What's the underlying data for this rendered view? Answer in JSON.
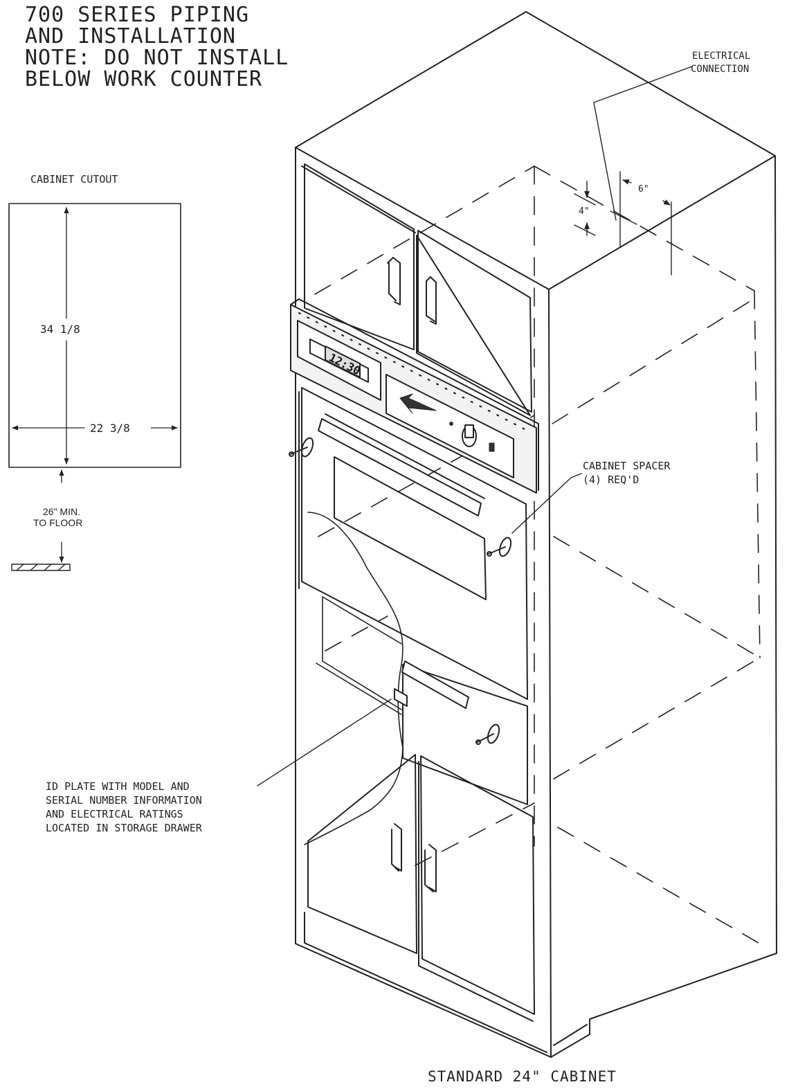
{
  "title": {
    "line1": "700 SERIES PIPING",
    "line2": "AND INSTALLATION",
    "line3": "NOTE: DO NOT INSTALL",
    "line4": "BELOW WORK COUNTER"
  },
  "cutout": {
    "heading": "CABINET CUTOUT",
    "height": "34 1/8",
    "width": "22 3/8",
    "floor_line1": "26\" MIN.",
    "floor_line2": "TO FLOOR"
  },
  "callouts": {
    "electrical_line1": "ELECTRICAL",
    "electrical_line2": "CONNECTION",
    "dim_6": "6\"",
    "dim_4": "4\"",
    "spacer_line1": "CABINET SPACER",
    "spacer_line2": "(4) REQ'D",
    "id_line1": "ID PLATE WITH MODEL AND",
    "id_line2": "SERIAL NUMBER INFORMATION",
    "id_line3": "AND ELECTRICAL RATINGS",
    "id_line4": "LOCATED IN STORAGE DRAWER",
    "cabinet_label": "STANDARD 24\" CABINET"
  },
  "panel": {
    "clock_display": "12:30"
  },
  "colors": {
    "line": "#222222",
    "panel_fill": "#f2f2f2"
  }
}
